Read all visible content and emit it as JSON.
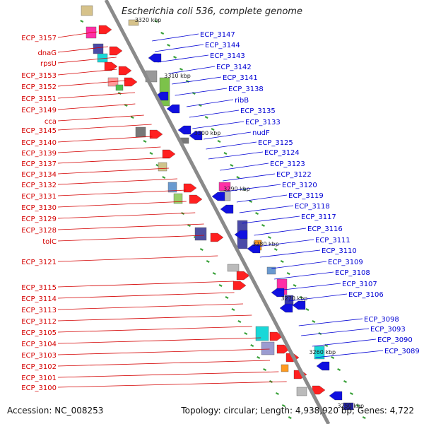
{
  "title": "Escherichia coli 536, complete genome",
  "footer": {
    "accession": "Accession: NC_008253",
    "topology": "Topology: circular; Length: 4,938,920 bp; Genes: 4,722"
  },
  "colors": {
    "left_labels": "#d40000",
    "right_labels": "#0000d4",
    "backbone": "#8a8a8a"
  },
  "kbp_markers": [
    "3320 kbp",
    "3310 kbp",
    "3300 kbp",
    "3290 kbp",
    "3280 kbp",
    "3270 kbp",
    "3260 kbp",
    "3250 kbp"
  ],
  "left_labels": [
    "ECP_3157",
    "dnaG",
    "rpsU",
    "ECP_3153",
    "ECP_3152",
    "ECP_3151",
    "ECP_3149",
    "cca",
    "ECP_3145",
    "ECP_3140",
    "ECP_3139",
    "ECP_3137",
    "ECP_3134",
    "ECP_3132",
    "ECP_3131",
    "ECP_3130",
    "ECP_3129",
    "ECP_3128",
    "tolC",
    "ECP_3121",
    "ECP_3115",
    "ECP_3114",
    "ECP_3113",
    "ECP_3112",
    "ECP_3105",
    "ECP_3104",
    "ECP_3103",
    "ECP_3102",
    "ECP_3101",
    "ECP_3100"
  ],
  "right_labels": [
    "ECP_3147",
    "ECP_3144",
    "ECP_3143",
    "ECP_3142",
    "ECP_3141",
    "ECP_3138",
    "ribB",
    "ECP_3135",
    "ECP_3133",
    "nudF",
    "ECP_3125",
    "ECP_3124",
    "ECP_3123",
    "ECP_3122",
    "ECP_3120",
    "ECP_3119",
    "ECP_3118",
    "ECP_3117",
    "ECP_3116",
    "ECP_3111",
    "ECP_3110",
    "ECP_3109",
    "ECP_3108",
    "ECP_3107",
    "ECP_3106",
    "ECP_3098",
    "ECP_3093",
    "ECP_3090",
    "ECP_3089"
  ]
}
